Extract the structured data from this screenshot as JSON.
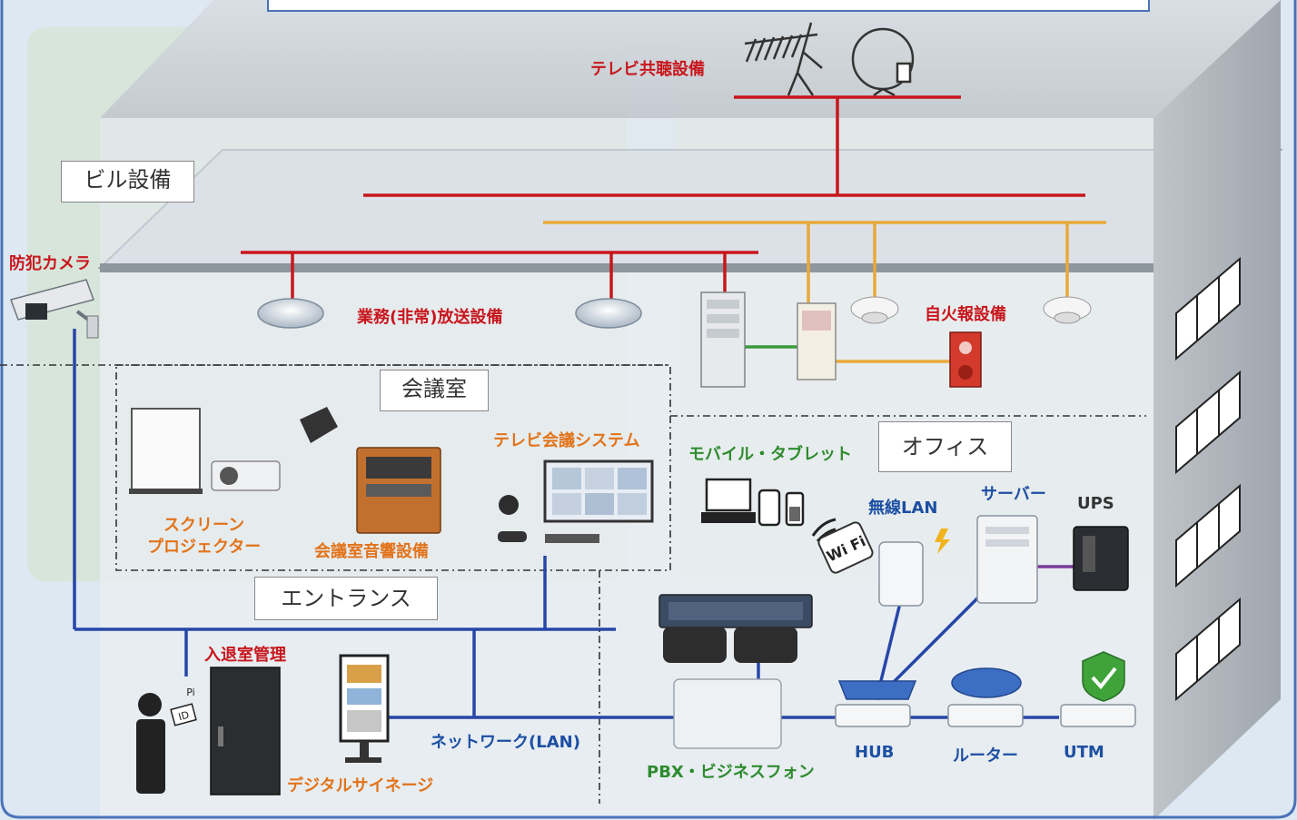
{
  "colors": {
    "red_line": "#c8161d",
    "orange_line": "#e8a93a",
    "blue_line": "#2746a8",
    "green_line": "#3a9a3a",
    "purple_line": "#7a3a9a",
    "frame": "#4a73b8"
  },
  "areas": {
    "building_equipment": "ビル設備",
    "meeting_room": "会議室",
    "office": "オフィス",
    "entrance": "エントランス"
  },
  "labels": {
    "tv_antenna": "テレビ共聴設備",
    "security_camera": "防犯カメラ",
    "broadcast": "業務(非常)放送設備",
    "fire_alarm": "自火報設備",
    "tv_conference": "テレビ会議システム",
    "screen": "スクリーン",
    "projector": "プロジェクター",
    "meeting_audio": "会議室音響設備",
    "mobile": "モバイル・タブレット",
    "wireless_lan": "無線LAN",
    "server": "サーバー",
    "ups": "UPS",
    "access_control": "入退室管理",
    "network": "ネットワーク(LAN)",
    "signage": "デジタルサイネージ",
    "pbx": "PBX・ビジネスフォン",
    "hub": "HUB",
    "router": "ルーター",
    "utm": "UTM"
  },
  "icon_text": {
    "wifi": "Wi Fi",
    "id_card": "ID",
    "pi": "Pi"
  }
}
